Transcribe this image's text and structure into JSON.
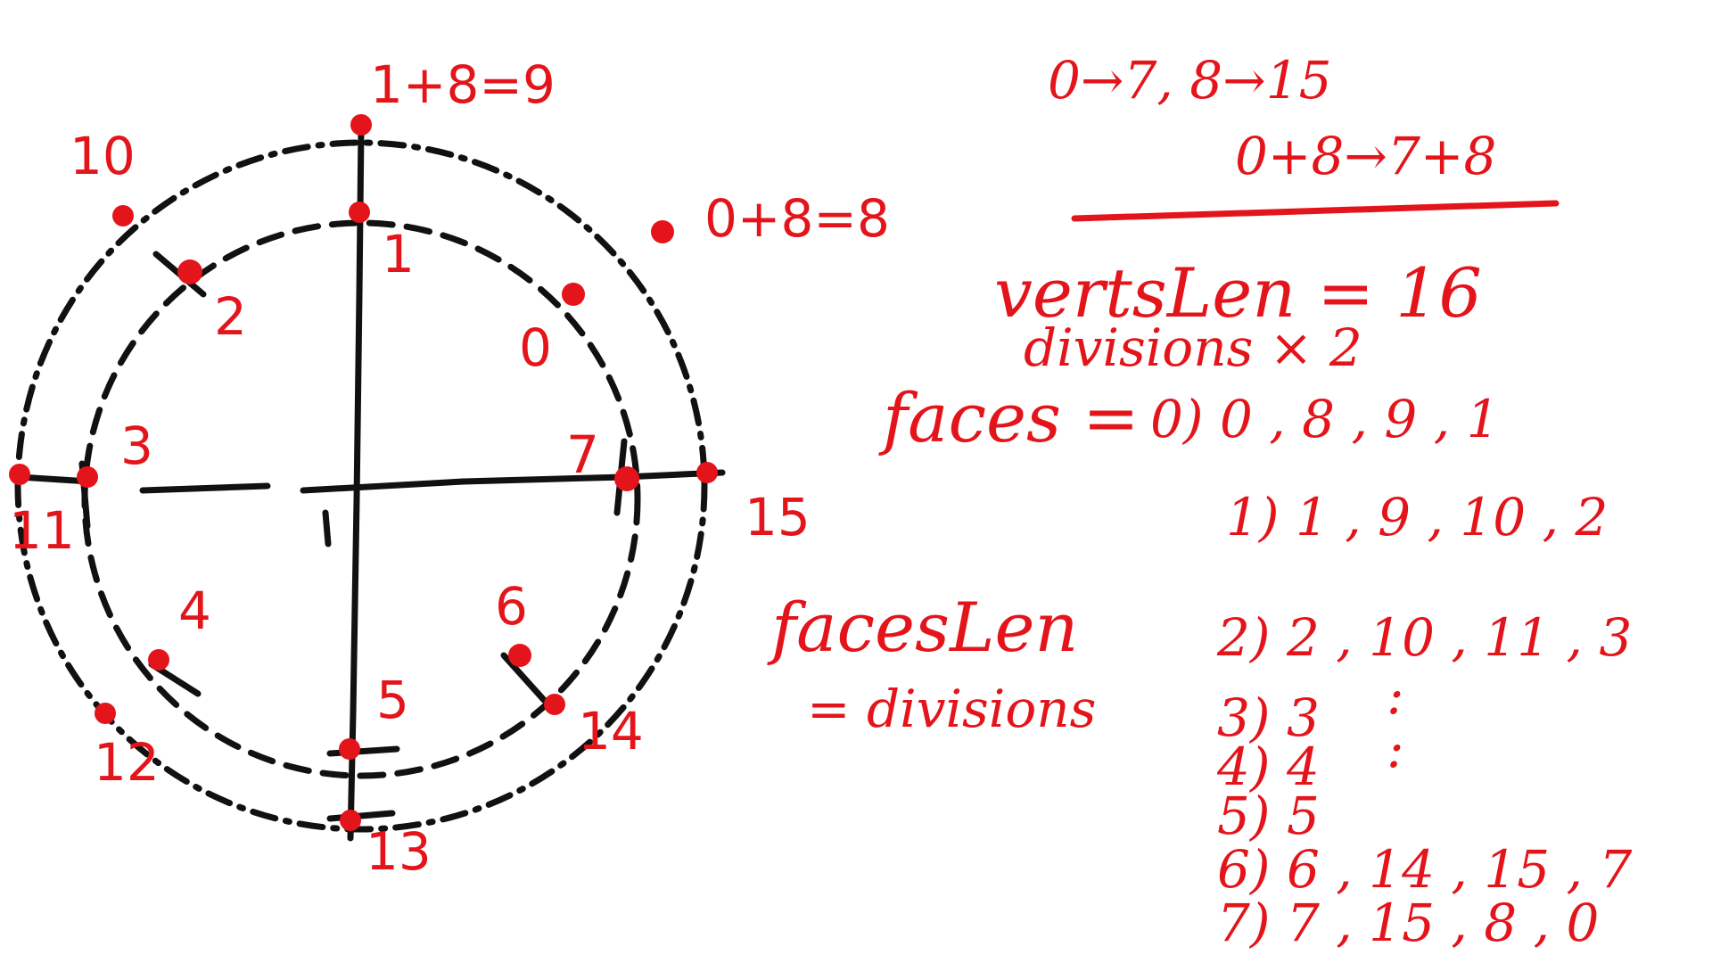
{
  "colors": {
    "ink": "#e4141b",
    "lines": "#111111",
    "background": "#ffffff"
  },
  "diagram": {
    "vertex_labels": [
      {
        "id": "v0",
        "text": "0"
      },
      {
        "id": "v1",
        "text": "1"
      },
      {
        "id": "v2",
        "text": "2"
      },
      {
        "id": "v3",
        "text": "3"
      },
      {
        "id": "v4",
        "text": "4"
      },
      {
        "id": "v5",
        "text": "5"
      },
      {
        "id": "v6",
        "text": "6"
      },
      {
        "id": "v7",
        "text": "7"
      },
      {
        "id": "v8",
        "text": "0+8=8"
      },
      {
        "id": "v9",
        "text": "1+8=9"
      },
      {
        "id": "v10",
        "text": "10"
      },
      {
        "id": "v11",
        "text": "11"
      },
      {
        "id": "v12",
        "text": "12"
      },
      {
        "id": "v13",
        "text": "13"
      },
      {
        "id": "v14",
        "text": "14"
      },
      {
        "id": "v15",
        "text": "15"
      }
    ]
  },
  "notes": {
    "mapping": "0→7, 8→15",
    "offset": "0+8→7+8",
    "verts_len": "vertsLen = 16",
    "divisions_x2": "divisions × 2",
    "faces_label": "faces =",
    "faces": [
      "0) 0 , 8 , 9 , 1",
      "1) 1 , 9 , 10 , 2",
      "2) 2 , 10 , 11 , 3",
      "3) 3",
      "4) 4",
      "5) 5",
      "6) 6 , 14 , 15 , 7",
      "7) 7 , 15 , 8 , 0"
    ],
    "continuation": ":",
    "faces_len": "facesLen",
    "eq_divisions": "= divisions"
  }
}
